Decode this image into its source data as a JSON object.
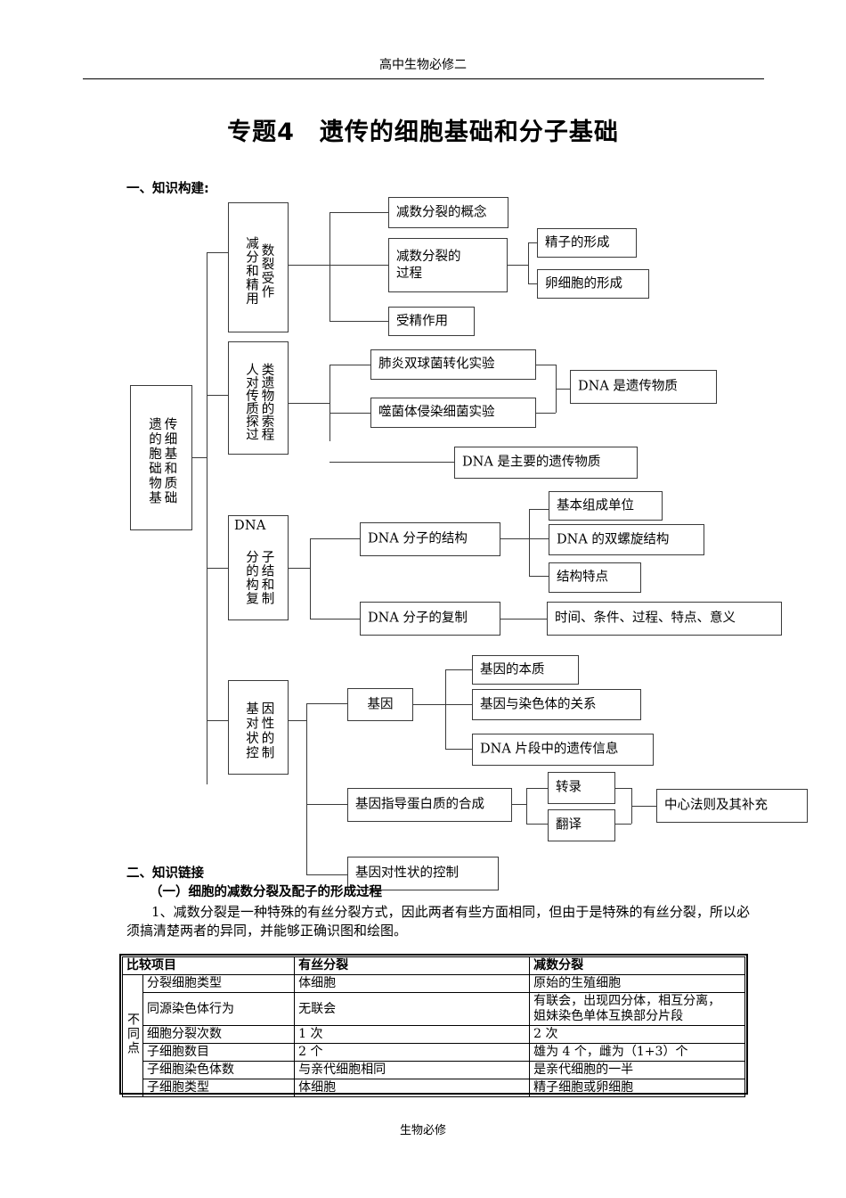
{
  "page": {
    "header": "高中生物必修二",
    "title": "专题4　遗传的细胞基础和分子基础",
    "footer": "生物必修"
  },
  "sections": {
    "s1_heading": "一、知识构建:",
    "s2_heading": "二、知识链接",
    "s2_sub": "（一）细胞的减数分裂及配子的形成过程",
    "s2_para": "1、减数分裂是一种特殊的有丝分裂方式，因此两者有些方面相同，但由于是特殊的有丝分裂，所以必须搞清楚两者的异同，并能够正确识图和绘图。"
  },
  "flowchart": {
    "root": {
      "col_right": "传细基和质础",
      "col_left": "遗的胞础物基",
      "text": "遗传的细胞基础和分子基础"
    },
    "branches": [
      {
        "col_right": "数裂受作",
        "col_left": "减分和精用",
        "text": "减数分裂和受精作用"
      },
      {
        "col_right": "类遗物的索程",
        "col_left": "人对传质探过",
        "text": "人类对遗传物质的探索过程"
      },
      {
        "prefix": "DNA",
        "col_right": "子结和制",
        "col_left": "分的构复",
        "text": "DNA分子的结构和复制"
      },
      {
        "col_right": "因性的制",
        "col_left": "基对状控",
        "text": "基因对性状的控制"
      }
    ],
    "nodes": {
      "meiosis_concept": "减数分裂的概念",
      "meiosis_process": "减数分裂的\n过程",
      "fertilization": "受精作用",
      "sperm_formation": "精子的形成",
      "egg_formation": "卵细胞的形成",
      "pneumococcus": "肺炎双球菌转化实验",
      "phage": "噬菌体侵染细菌实验",
      "dna_is_genetic": "DNA 是遗传物质",
      "dna_main_genetic": "DNA 是主要的遗传物质",
      "dna_structure": "DNA 分子的结构",
      "basic_unit": "基本组成单位",
      "double_helix": "DNA 的双螺旋结构",
      "structure_features": "结构特点",
      "dna_replication": "DNA 分子的复制",
      "replication_details": "时间、条件、过程、特点、意义",
      "gene": "基因",
      "gene_essence": "基因的本质",
      "gene_chromosome": "基因与染色体的关系",
      "dna_fragment_info": "DNA 片段中的遗传信息",
      "protein_synthesis": "基因指导蛋白质的合成",
      "transcription": "转录",
      "translation": "翻译",
      "central_dogma": "中心法则及其补充",
      "gene_control_trait": "基因对性状的控制"
    }
  },
  "table": {
    "headers": [
      "比较项目",
      "有丝分裂",
      "减数分裂"
    ],
    "group_label": "不同点",
    "rows": [
      {
        "item": "分裂细胞类型",
        "mitosis": "体细胞",
        "meiosis": "原始的生殖细胞"
      },
      {
        "item": "同源染色体行为",
        "mitosis": "无联会",
        "meiosis": "有联会，出现四分体，相互分离，\n姐妹染色单体互换部分片段"
      },
      {
        "item": "细胞分裂次数",
        "mitosis": "1 次",
        "meiosis": "2 次"
      },
      {
        "item": "子细胞数目",
        "mitosis": "2 个",
        "meiosis": "雄为 4 个，雌为（1+3）个"
      },
      {
        "item": "子细胞染色体数",
        "mitosis": "与亲代细胞相同",
        "meiosis": "是亲代细胞的一半"
      },
      {
        "item": "子细胞类型",
        "mitosis": "体细胞",
        "meiosis": "精子细胞或卵细胞"
      }
    ]
  }
}
